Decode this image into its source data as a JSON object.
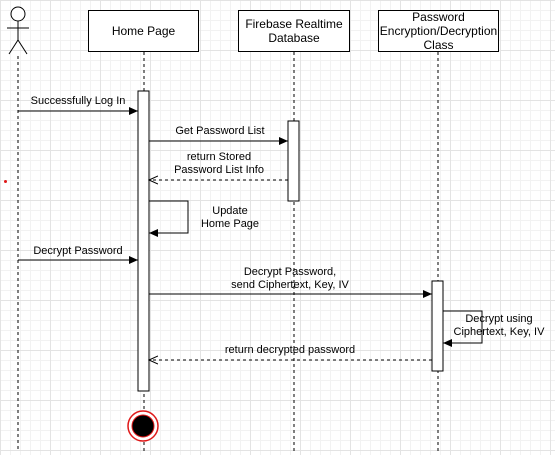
{
  "participants": [
    {
      "id": "user",
      "kind": "actor",
      "label": ""
    },
    {
      "id": "home",
      "kind": "box",
      "label": "Home Page"
    },
    {
      "id": "firebase",
      "kind": "box",
      "label": "Firebase Realtime\nDatabase"
    },
    {
      "id": "crypto",
      "kind": "box",
      "label": "Password\nEncryption/Decryption\nClass"
    }
  ],
  "messages": [
    {
      "id": "m1",
      "from": "user",
      "to": "home",
      "style": "solid",
      "label": "Successfully Log In"
    },
    {
      "id": "m2",
      "from": "home",
      "to": "firebase",
      "style": "solid",
      "label": "Get Password List"
    },
    {
      "id": "m3",
      "from": "firebase",
      "to": "home",
      "style": "dashed",
      "label": "return Stored\nPassword List Info"
    },
    {
      "id": "m4",
      "from": "home",
      "to": "home",
      "style": "self",
      "label": "Update\nHome Page"
    },
    {
      "id": "m5",
      "from": "user",
      "to": "home",
      "style": "solid",
      "label": "Decrypt Password"
    },
    {
      "id": "m6",
      "from": "home",
      "to": "crypto",
      "style": "solid",
      "label": "Decrypt Password,\nsend Ciphertext, Key, IV"
    },
    {
      "id": "m7",
      "from": "crypto",
      "to": "crypto",
      "style": "self",
      "label": "Decrypt using\nCiphertext, Key, IV"
    },
    {
      "id": "m8",
      "from": "crypto",
      "to": "home",
      "style": "dashed",
      "label": "return decrypted password"
    }
  ],
  "colors": {
    "line": "#000000",
    "end_state_ring": "#e01818",
    "end_state_fill": "#000000",
    "stray_dot": "#e01818"
  }
}
